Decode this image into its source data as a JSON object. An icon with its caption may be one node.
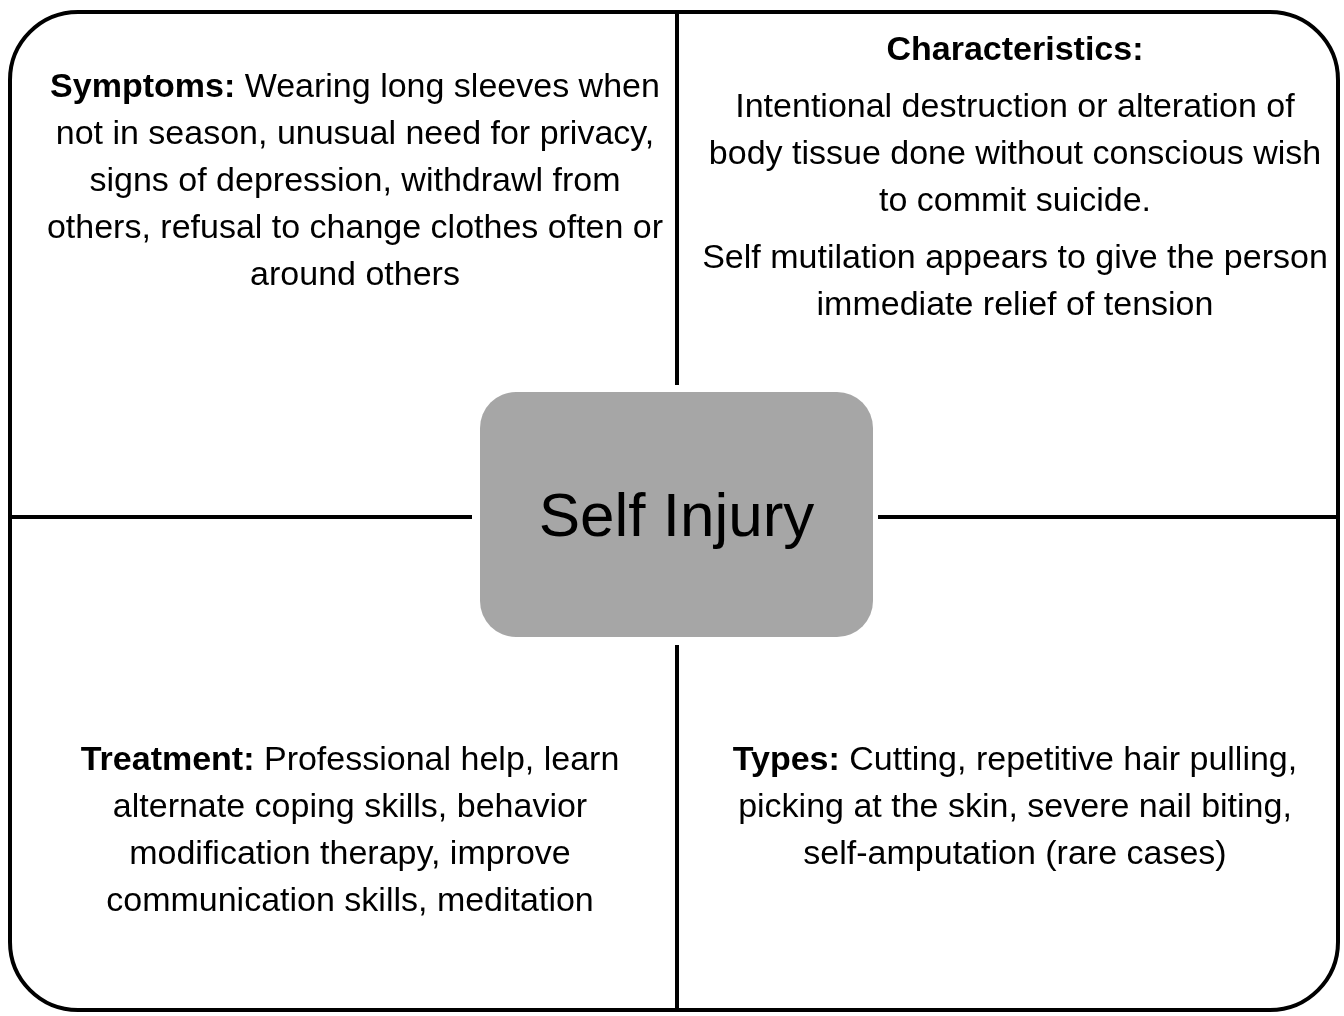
{
  "diagram": {
    "nodes": [
      {
        "text": [],
        "shape": "box"
      },
      {
        "text": [
          "**Symptoms:** Wearing long sleeves when not in season, unusual need for privacy, signs of depression, withdrawl from others, refusal to change clothes often or around others"
        ],
        "in": 0
      },
      {
        "text": [
          "Characteristics:",
          "Intentional destruction or alteration of body tissue done without conscious wish to commit suicide.",
          "Self mutilation appears to give the person immediate relief of tension"
        ],
        "in": 0
      },
      {
        "text": [
          "Self Injury"
        ],
        "in": 0
      },
      {
        "text": [
          "**Treatment:** Professional help, learn alternate coping skills, behavior modification therapy, improve communication skills, meditation"
        ],
        "in": 0
      },
      {
        "text": [
          "**Types:** Cutting, repetitive hair pulling, picking at the skin, severe nail biting, self-amputation (rare cases)"
        ],
        "in": 0
      }
    ]
  }
}
